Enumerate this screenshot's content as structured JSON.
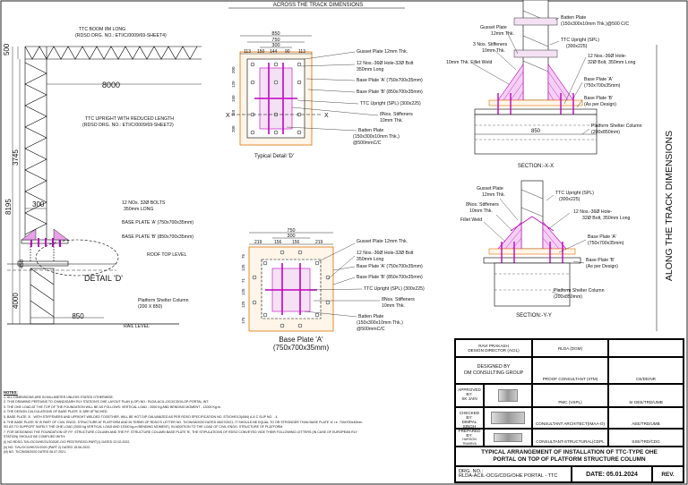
{
  "top_label": "ACROSS THE TRACK DIMENSIONS",
  "side_label": "ALONG THE TRACK DIMENSIONS",
  "left_elevation": {
    "boom_label_1": "TTC BOOM  8M LONG",
    "boom_label_2": "(RDSO DRG. NO.: ETI/C/0009/69-SHEET4)",
    "dim_8000": "8000",
    "dim_500": "500",
    "upright_label_1": "TTC UPRIGHT WITH REDUCED LENGTH",
    "upright_label_2": "(RDSO DRG. NO.: ETI/C/0009/69-SHEET2)",
    "dim_3745": "3745",
    "dim_8195": "8195",
    "dim_300": "300",
    "dim_450": "450",
    "dim_4000": "4000",
    "dim_850": "850",
    "bolts_label_1": "12 NOs. 32Ø BOLTS",
    "bolts_label_2": "350mm LONG",
    "base_a_label": "BASE PLATE 'A' (750x700x35mm)",
    "base_b_label": "BASE PLATE 'B' (850x700x35mm)",
    "roof_label": "ROOF TOP LEVEL",
    "detail_label": "DETAIL 'D'",
    "column_label_1": "Platform Shelter Column",
    "column_label_2": "(200 X 850)",
    "rail_label": "RAIL LEVEL"
  },
  "detail_d": {
    "title": "Typical Detail 'D'",
    "dim_top": [
      "850",
      "750",
      "300",
      "113",
      "150",
      "144",
      "90",
      "113"
    ],
    "dim_left": [
      "200",
      "120",
      "150",
      "110",
      "200"
    ],
    "x_mark": "X",
    "callouts": [
      "Gusset Plate 12mm Thk.",
      "12 Nos.-36Ø Hole-32Ø Bolt",
      "350mm Long",
      "Base Plate 'A' (750x700x35mm)",
      "Base Plate 'B' (850x700x35mm)",
      "TTC Upright (SPL) (300x225)",
      "8Nos. Stiffeners",
      "10mm Thk.",
      "Batten Plate",
      "(150x300x10mm Thk.)",
      "@500mmC/C"
    ]
  },
  "base_plate_a": {
    "title_1": "Base Plate 'A'",
    "title_2": "(750x700x35mm)",
    "dim_top": [
      "750",
      "300",
      "219",
      "156",
      "156",
      "219"
    ],
    "dim_left": [
      "75",
      "125",
      "71",
      "125",
      "125",
      "175"
    ],
    "callouts": [
      "Gusset Plate 12mm Thk.",
      "12 Nos.-36Ø Hole-32Ø Bolt",
      "350mm Long",
      "Base Plate 'A' (750x700x35mm)",
      "Base Plate 'B' (850x700x35mm)",
      "TTC Upright (SPL) (300x225)",
      "8Nos. Stiffeners",
      "10mm Thk.",
      "Batten Plate",
      "(150x300x10mm Thk.)",
      "@500mmC/C"
    ]
  },
  "section_xx": {
    "title": "SECTION:-X-X",
    "dim_850": "850",
    "callouts": [
      "Gusset Plate",
      "12mm Thk.",
      "3 Nos. Stiffeners",
      "10mm Thk.",
      "10mm Thk. Fillet Weld",
      "Batten Plate",
      "(150x300x10mm Thk.)@500 C/C",
      "TTC Upright (SPL)",
      "(300x225)",
      "12 Nos.-36Ø Hole-",
      "32Ø Bolt, 350mm Long",
      "Base Plate 'A'",
      "(750x700x35mm)",
      "Base Plate 'B'",
      "(As per Design)",
      "Platform Shelter Column",
      "(200x850mm)"
    ]
  },
  "section_yy": {
    "title": "SECTION:-Y-Y",
    "callouts": [
      "Gusset Plate",
      "12mm Thk.",
      "8Nos. Stiffeners",
      "10mm Thk.",
      "Fillet Weld",
      "TTC Upright (SPL)",
      "(300x225)",
      "12 Nos.-36Ø Hole-",
      "32Ø Bolt, 350mm Long",
      "Base Plate 'A'",
      "(750x700x35mm)",
      "Base Plate 'B'",
      "(As per Design)",
      "Platform Shelter Column",
      "(200x850mm)"
    ]
  },
  "notes": {
    "title": "NOTES:",
    "lines": [
      "1.   ALL DIMENSIONS ARE IN MILLIMETER UNLESS STATED OTHERWISE.",
      "2.   THIS DRAWING PERTAINS TO CHANDIGARH RLY STATION'S OHE LAYOUT PLAN (LOP) NO.: RLDA-ACIL-OCG/CDG/LOP-PORTAL-INT.",
      "3.   THE OHE LOAD AT THE TOP OF THE FOUNDATION WILL BE AS FOLLOWS: VERTICAL LOAD - 2000 Kg AND BENDING MOMENT - 12000 Kg-m.",
      "4.   THE DESIGN CALCULATIONS OF BASE PLATE 'A' ARE ATTACHED.",
      "5.   BASE PLATE 'A' , WITH STIFFENERS  AND UPRIGHT WELDED TOGETHER, WILL BE HOT DIP GALVANIZED AS PER RDSO SPECIFICATION NO. ETI/OHE/13(4/84) A & C SLIP NO. - 4.",
      "6.   THE BASE PLATE 'B' IS PART OF CIVIL ENGG. STRUCTURE AT PLATFORM AND IN TERMS OF RDSO'S LETTER NO. TI/CW/08/2020 DATED 06/07/2021, IT SHOULD BE EQUAL TO OR STRONGER THAN BASE PLATE 'A' i.e. 700x700x40mm",
      "     SO AS TO SUPPORT SAFELY THE OHE LOAD (2000 kg VERTICAL LOAD AND 12000 kg-m BENDING MOMENT), IN ADDITION TO THE LOAD OF CIVIL ENGG. STRUCTURE OF PLATFORM.",
      "7.   FOR DESIGNING THE FOUNDATION OF P.F. STRUCTURE COLUMN AND THE P.F. STRUCTURE COLUMN BASE PLATE 'B', THE STIPULATIONS OF RDSO CONVEYED VIDE THEIR FOLLOWING LETTERS  (IN CASE OF EUROPEAN RLY",
      "     STATION) SHOULD BE COMPLIED WITH:",
      "     (i)   NO.RDSO-TI/IL/OCG/HE/21/2020/E-O/O PED/TI/RDSO-PART(1) DATED 22.02.2022.",
      "     (ii)  NO. TI/IL/OCG/HE/21/2020 (PART 2) DATED 15.06.2022.",
      "     (iii)  NO. TI/CW/08/2020 DATED 06.07.2021."
    ]
  },
  "title_block": {
    "designer_name": "RAVI PRAKASH",
    "designer_role": "DESIGN DIRECTOR (ACIL)",
    "rlda": "RLDA (DGM)",
    "designed_by_1": "DESIGNED BY",
    "designed_by_2": "OM CONSULTING GROUP",
    "proof": "PROOF CONSULTANT (IITM)",
    "cedenr": "CE/DE/NR",
    "approved_by": "APPROVED BY:",
    "approved_name": "SK JAIN",
    "pmc": "PMC (VSPL)",
    "sr_dee": "Sr DEE/TRD/UMB",
    "checked_by": "CHECKED BY:",
    "checked_name": "DIMPAL SINGH",
    "architect": "CONSULTANT ARCHITECT(IMAA-O)",
    "aee": "AEE/TRD/UMB",
    "prepared_by": "PREPARED BY:",
    "prepared_name": "HARSON TIWARI/A",
    "structural": "CONSULTANT-STRUCTURAL(CDPL",
    "sse": "SSE/TRD/CDG",
    "title_1": "TYPICAL ARRANGEMENT OF  INSTALLATION OF TTC-TYPE OHE",
    "title_2": "PORTAL ON TOP OF PLATFORM STRUCTURE COLUMN",
    "drg_label": "DRG. NO.:",
    "drg_no": "RLDA-ACIL-OCG/CDG/OHE PORTAL - TTC",
    "date": "DATE: 05.01.2024",
    "rev": "REV."
  }
}
